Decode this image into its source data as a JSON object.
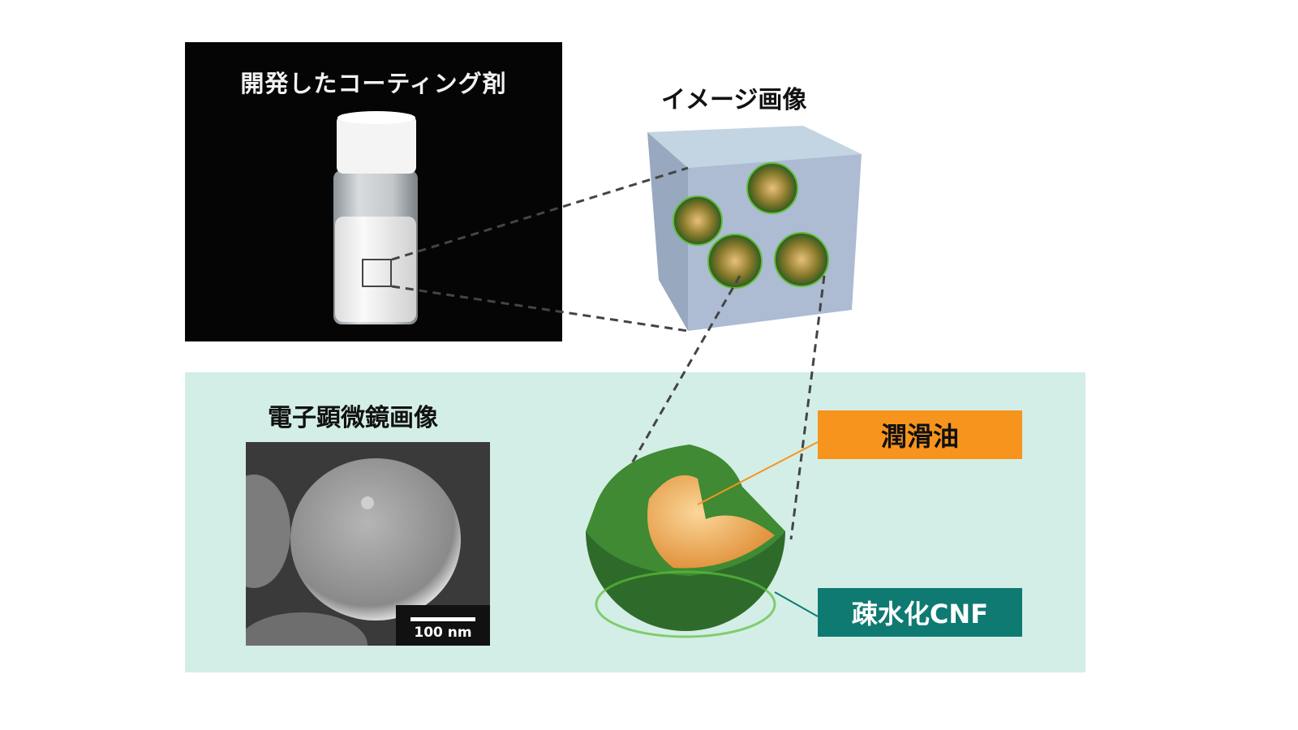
{
  "photo_panel": {
    "title": "開発したコーティング剤"
  },
  "image_panel": {
    "title": "イメージ画像"
  },
  "micrograph_panel": {
    "title": "電子顕微鏡画像",
    "scale_bar_label": "100 nm"
  },
  "labels": {
    "lubricant_oil": "潤滑油",
    "hydrophobic_cnf": "疎水化CNF"
  },
  "colors": {
    "orange": "#f7941d",
    "teal": "#0f7a72",
    "panel_bg": "#d3eee6",
    "cube": "#a9b9cf"
  }
}
